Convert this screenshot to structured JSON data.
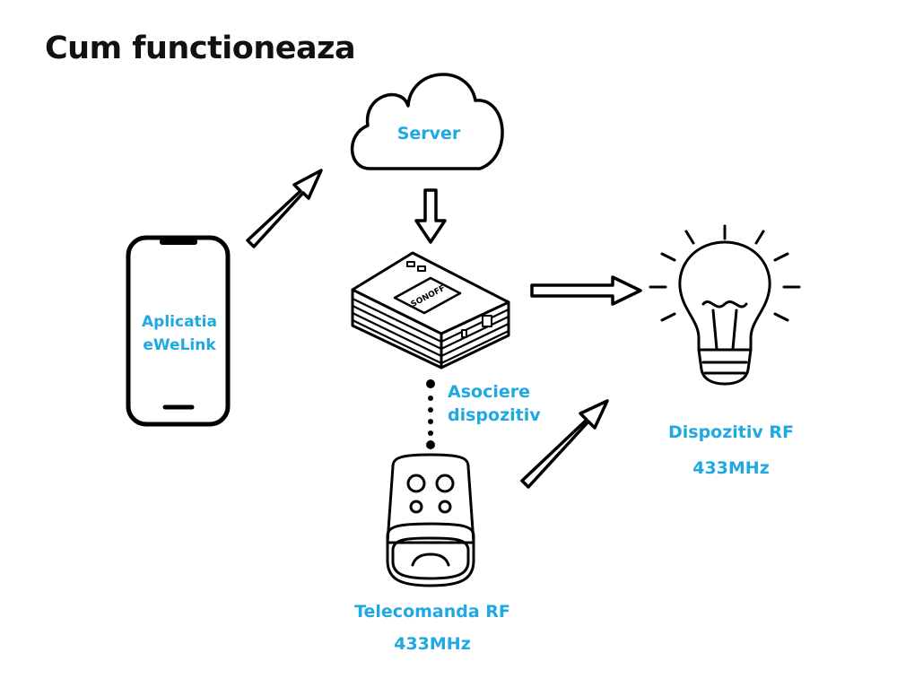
{
  "title": "Cum functioneaza",
  "colors": {
    "label": "#1fa8e1",
    "stroke": "#000000",
    "background": "#ffffff"
  },
  "nodes": {
    "server": {
      "icon": "cloud-icon",
      "label": "Server"
    },
    "app": {
      "icon": "smartphone-icon",
      "label_line1": "Aplicatia",
      "label_line2": "eWeLink"
    },
    "bridge": {
      "icon": "rf-bridge-icon",
      "brand": "SONOFF",
      "pairing_line1": "Asociere",
      "pairing_line2": "dispozitiv"
    },
    "remote": {
      "icon": "remote-control-icon",
      "label_line1": "Telecomanda RF",
      "label_line2": "433MHz"
    },
    "rf_device": {
      "icon": "light-bulb-icon",
      "label_line1": "Dispozitiv RF",
      "label_line2": "433MHz"
    }
  },
  "connectors": [
    {
      "from": "app",
      "to": "server",
      "style": "hollow-arrow"
    },
    {
      "from": "server",
      "to": "bridge",
      "style": "hollow-arrow"
    },
    {
      "from": "bridge",
      "to": "rf_device",
      "style": "hollow-arrow"
    },
    {
      "from": "remote",
      "to": "rf_device",
      "style": "hollow-arrow"
    },
    {
      "from": "bridge",
      "to": "remote",
      "style": "dotted-line"
    }
  ]
}
